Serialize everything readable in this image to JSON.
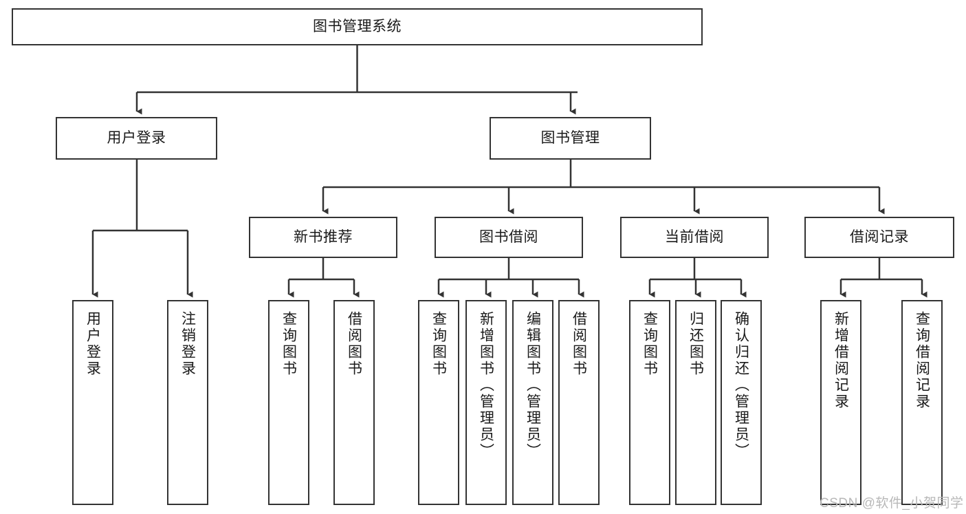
{
  "diagram": {
    "title": "图书管理系统",
    "type": "tree-hierarchy-chart",
    "watermark": "CSDN @软件_小贺同学",
    "colors": {
      "background": "#ffffff",
      "box_border": "#333333",
      "connector": "#333333",
      "text": "#1a1a1a",
      "watermark": "#b8b8b8"
    },
    "nodes": {
      "root": {
        "label": "图书管理系统"
      },
      "level2": [
        {
          "label": "用户登录"
        },
        {
          "label": "图书管理"
        }
      ],
      "level3": [
        {
          "label": "新书推荐"
        },
        {
          "label": "图书借阅"
        },
        {
          "label": "当前借阅"
        },
        {
          "label": "借阅记录"
        }
      ],
      "leaves": {
        "user_login": [
          {
            "label": "用户登录"
          },
          {
            "label": "注销登录"
          }
        ],
        "new_book_recommend": [
          {
            "label": "查询图书"
          },
          {
            "label": "借阅图书"
          }
        ],
        "book_borrow": [
          {
            "label": "查询图书"
          },
          {
            "label": "新增图书（管理员）"
          },
          {
            "label": "编辑图书（管理员）"
          },
          {
            "label": "借阅图书"
          }
        ],
        "current_borrow": [
          {
            "label": "查询图书"
          },
          {
            "label": "归还图书"
          },
          {
            "label": "确认归还（管理员）"
          }
        ],
        "borrow_record": [
          {
            "label": "新增借阅记录"
          },
          {
            "label": "查询借阅记录"
          }
        ]
      }
    }
  }
}
